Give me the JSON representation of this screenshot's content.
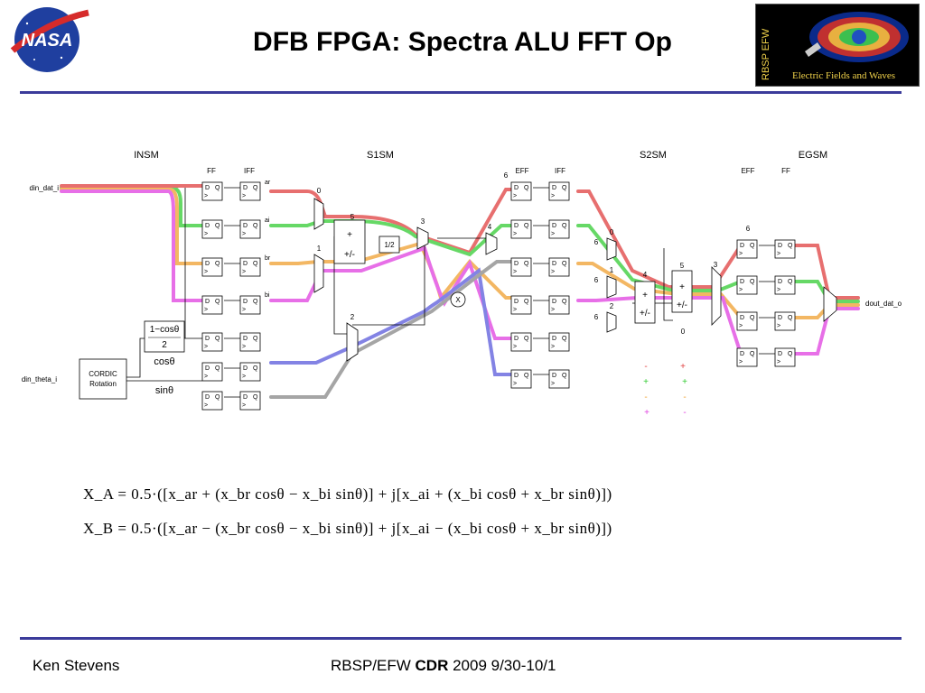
{
  "slide": {
    "title": "DFB FPGA: Spectra ALU FFT Op",
    "logo_right": {
      "vertical_text": "RBSP EFW",
      "caption": "Electric Fields and Waves"
    }
  },
  "diagram": {
    "sections": [
      "INSM",
      "S1SM",
      "S2SM",
      "EGSM"
    ],
    "col_labels": [
      "FF",
      "IFF",
      "EFF",
      "IFF",
      "EFF",
      "FF"
    ],
    "input_dat": "din_dat_i",
    "input_theta": "din_theta_i",
    "output": "dout_dat_o",
    "cordic": [
      "CORDIC",
      "Rotation"
    ],
    "reg_d": "D",
    "reg_q": "Q",
    "reg_clk": ">",
    "signals": [
      "ar",
      "ai",
      "br",
      "bi"
    ],
    "mux_labels": [
      "0",
      "1",
      "2",
      "3",
      "4",
      "5",
      "6"
    ],
    "adder_labels": [
      "+",
      "+/-"
    ],
    "half": "1/2",
    "mult": "X",
    "coeffs": {
      "one_minus_cos_num": "1−cosθ",
      "one_minus_cos_den": "2",
      "cos": "cosθ",
      "sin": "sinθ"
    },
    "sign_table": [
      [
        "-",
        "+"
      ],
      [
        "+",
        "+"
      ],
      [
        "-",
        "-"
      ],
      [
        "+",
        "-"
      ]
    ],
    "colors": {
      "red": "#e04040",
      "green": "#33cc33",
      "orange": "#f0a030",
      "magenta": "#e040e0",
      "blue": "#5a5adc",
      "gray": "#888888"
    }
  },
  "equations": {
    "xa": "X_A = 0.5·([x_ar + (x_br cosθ − x_bi sinθ)] + j[x_ai + (x_bi cosθ + x_br sinθ)])",
    "xb": "X_B = 0.5·([x_ar − (x_br cosθ − x_bi sinθ)] + j[x_ai − (x_bi cosθ + x_br sinθ)])"
  },
  "footer": {
    "author": "Ken Stevens",
    "event_prefix": "RBSP/EFW ",
    "event_bold": "CDR",
    "event_suffix": " 2009 9/30-10/1"
  }
}
